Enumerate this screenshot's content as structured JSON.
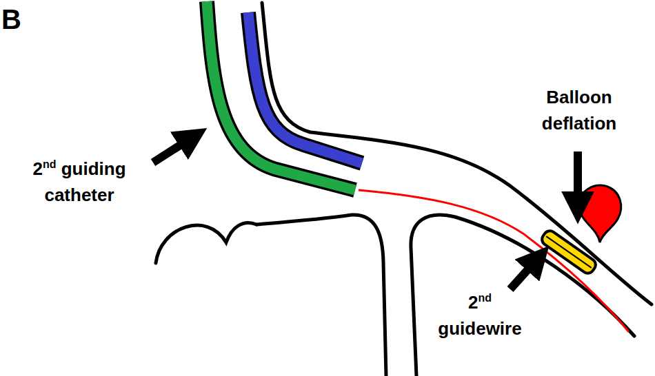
{
  "diagram": {
    "labels": [
      "B",
      "2nd guiding catheter",
      "Balloon deflation",
      "2nd guidewire"
    ]
  }
}
